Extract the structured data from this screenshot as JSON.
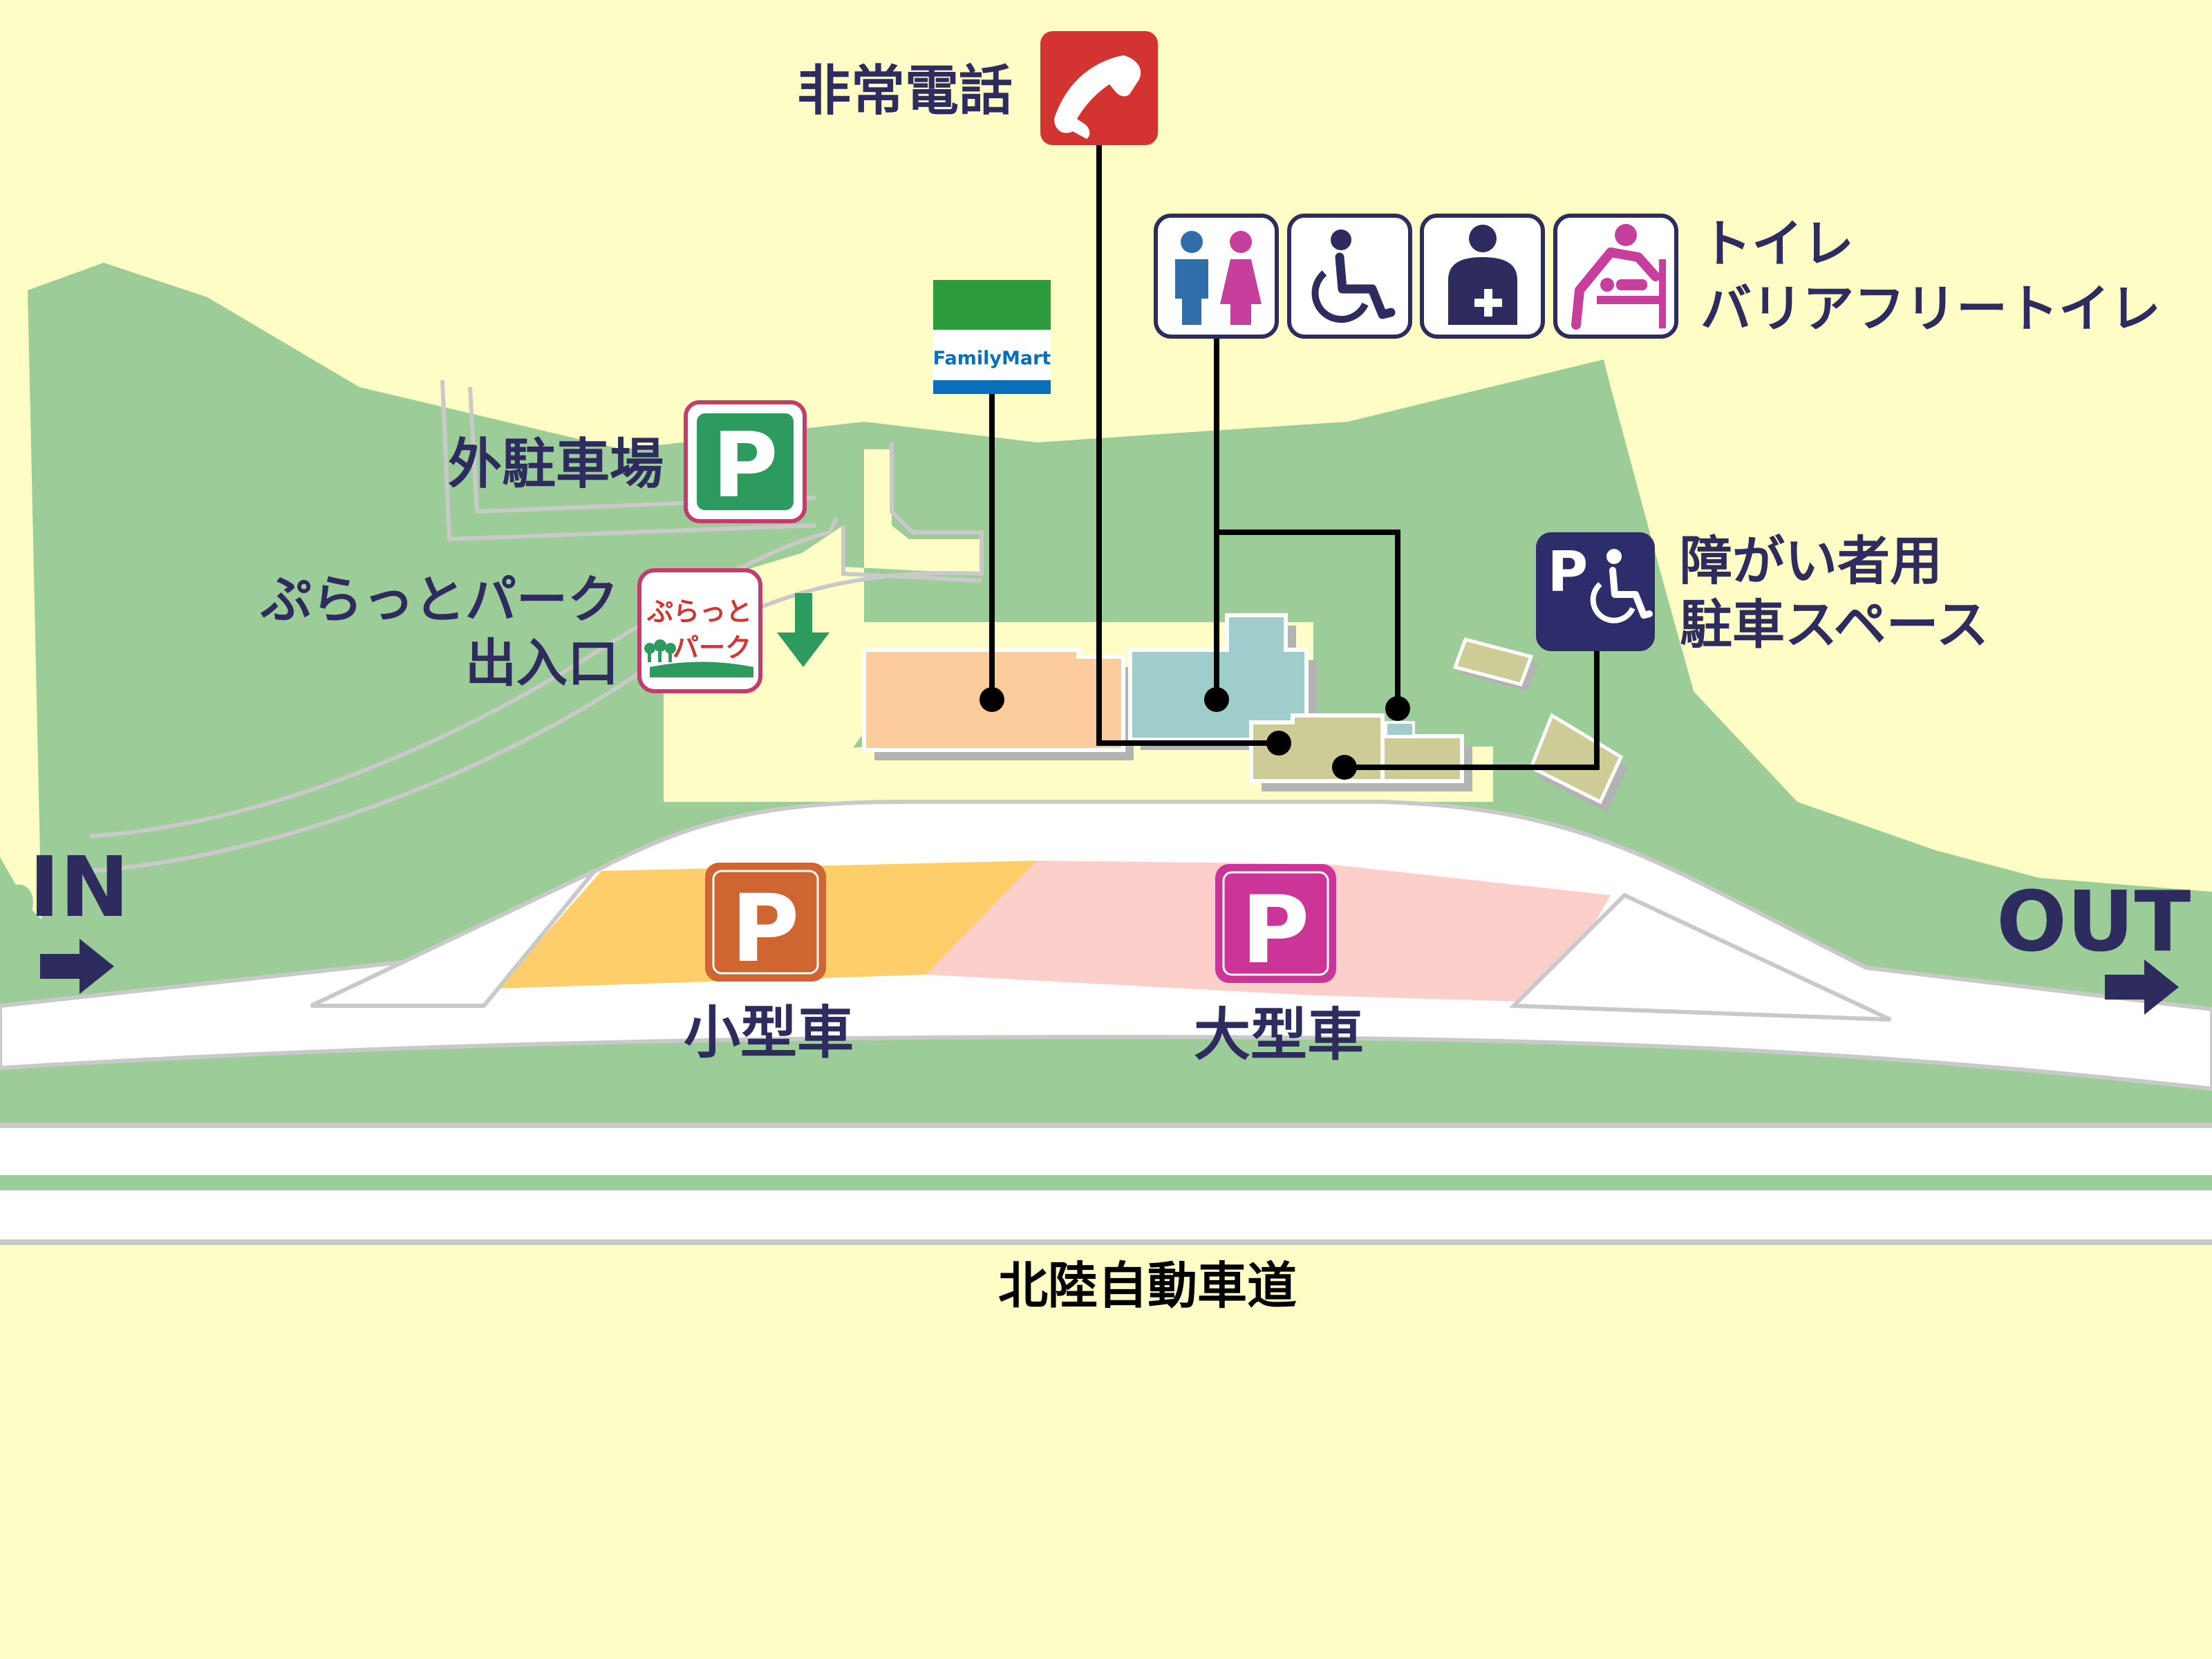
{
  "labels": {
    "emergency_phone": "非常電話",
    "restroom": "トイレ",
    "barrier_free_restroom": "バリアフリートイレ",
    "outside_parking": "外駐車場",
    "plat_park_line1": "ぷらっとパーク",
    "plat_park_line2": "出入口",
    "accessible_parking_line1": "障がい者用",
    "accessible_parking_line2": "駐車スペース",
    "entrance": "IN",
    "exit": "OUT",
    "small_car": "小型車",
    "large_vehicle": "大型車",
    "expressway": "北陸自動車道"
  },
  "signs": {
    "parking_letter": "P",
    "convenience_store_brand": "FamilyMart",
    "plat_park_logo_line1": "ぷらっと",
    "plat_park_logo_line2": "パーク"
  },
  "icons": [
    "telephone-icon",
    "restroom-icon",
    "wheelchair-icon",
    "ostomate-icon",
    "baby-changing-icon",
    "accessible-parking-icon",
    "familymart-logo",
    "plat-park-logo",
    "arrow-down-icon",
    "arrow-right-icon"
  ],
  "colors": {
    "background": "#FFFDC6",
    "grass": "#9CCC98",
    "road": "#FFFFFF",
    "road_edge": "#C9C9C9",
    "text": "#2E2C5E",
    "emergency_red": "#D33431",
    "small_car_zone": "#FDCE6A",
    "small_car_sign": "#CF6530",
    "large_vehicle_zone": "#FDCFCB",
    "large_vehicle_sign": "#CB3598",
    "parking_green": "#2D9B5D",
    "parking_border": "#C33C6E",
    "familymart_green": "#2E9B3C",
    "familymart_blue": "#0A6FB8",
    "shop_building": "#FDCC9C",
    "restroom_building": "#9ECDCB",
    "annex_building": "#CDCC97",
    "accessible_blue": "#2D2D6B",
    "restroom_male": "#2F6EA8",
    "restroom_female": "#C63F9C",
    "baby_pink": "#C63F9C"
  }
}
